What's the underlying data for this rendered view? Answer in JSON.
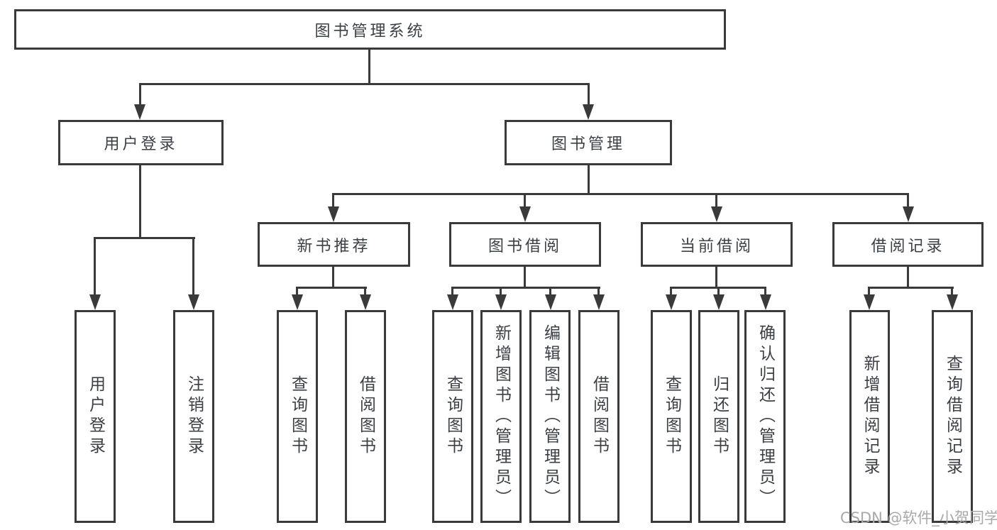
{
  "colors": {
    "line": "#3a3a3a",
    "text": "#3c4045",
    "background": "#ffffff",
    "watermark": "#a9a9a9"
  },
  "watermark": {
    "text": "CSDN @软件_小贺同学"
  },
  "tree": {
    "root": {
      "label": "图书管理系统",
      "children": [
        {
          "label": "用户登录",
          "children": [
            {
              "label": "用户登录"
            },
            {
              "label": "注销登录"
            }
          ]
        },
        {
          "label": "图书管理",
          "children": [
            {
              "label": "新书推荐",
              "children": [
                {
                  "label": "查询图书"
                },
                {
                  "label": "借阅图书"
                }
              ]
            },
            {
              "label": "图书借阅",
              "children": [
                {
                  "label": "查询图书"
                },
                {
                  "label": "新增图书（管理员）"
                },
                {
                  "label": "编辑图书（管理员）"
                },
                {
                  "label": "借阅图书"
                }
              ]
            },
            {
              "label": "当前借阅",
              "children": [
                {
                  "label": "查询图书"
                },
                {
                  "label": "归还图书"
                },
                {
                  "label": "确认归还（管理员）"
                }
              ]
            },
            {
              "label": "借阅记录",
              "children": [
                {
                  "label": "新增借阅记录"
                },
                {
                  "label": "查询借阅记录"
                }
              ]
            }
          ]
        }
      ]
    }
  }
}
